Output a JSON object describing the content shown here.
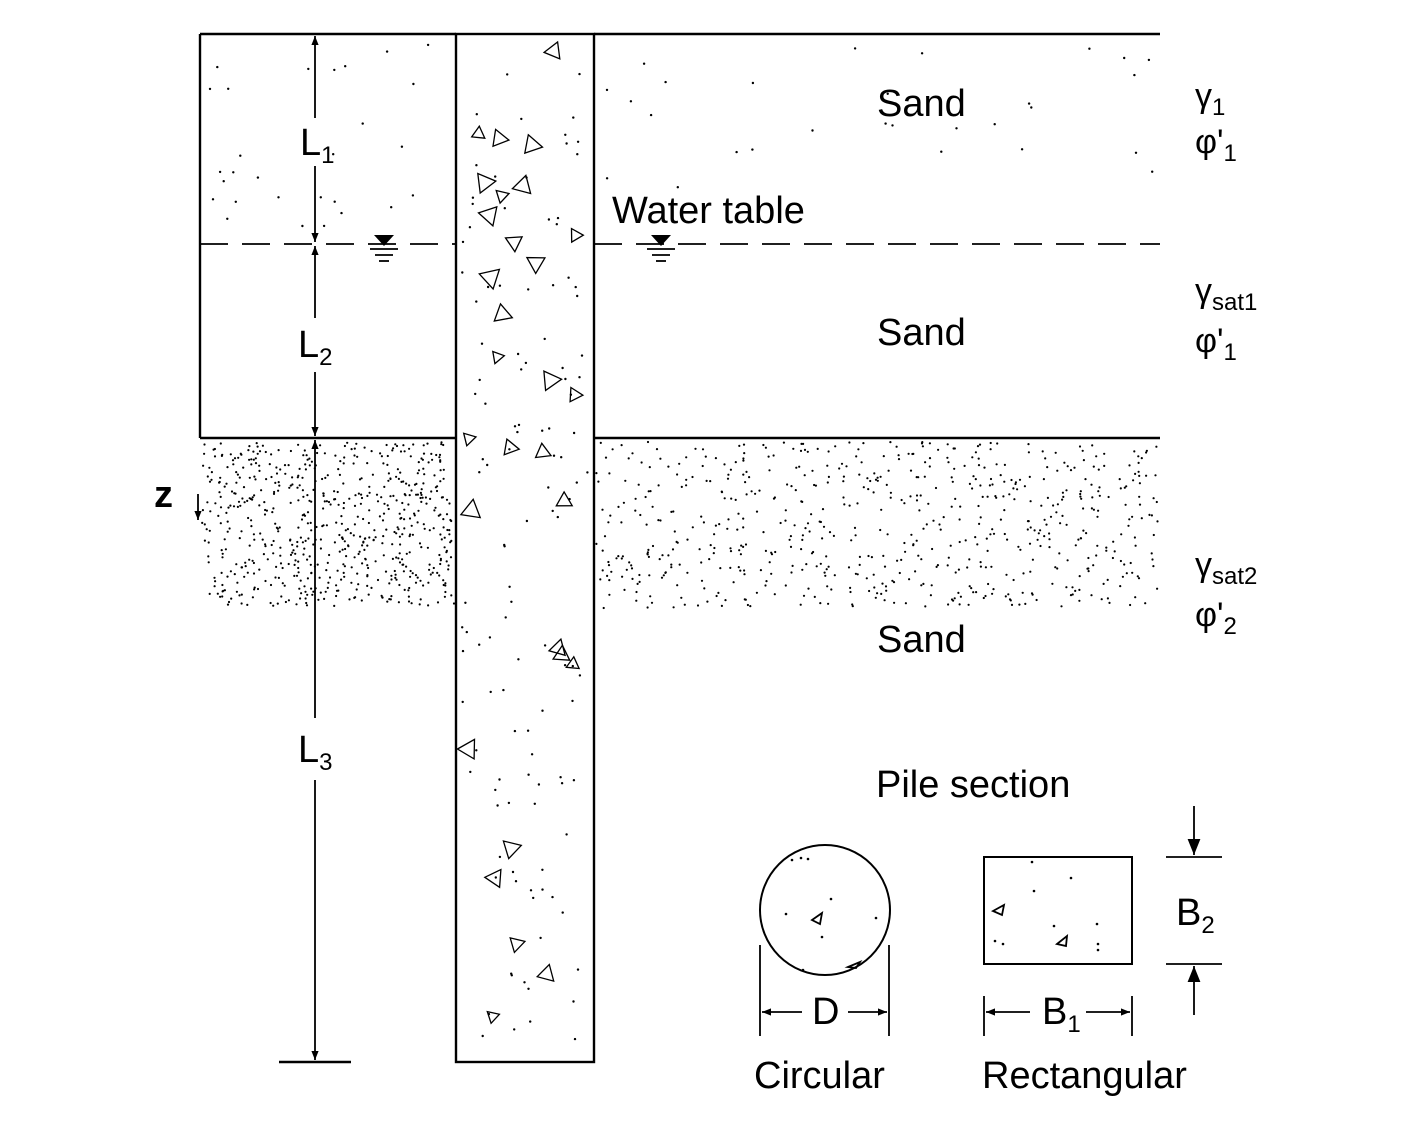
{
  "layers": [
    {
      "name": "Sand",
      "gamma": {
        "base": "γ",
        "sub": "1"
      },
      "phi": {
        "base": "φ'",
        "sub": "1"
      }
    },
    {
      "name": "Sand",
      "gamma": {
        "base": "γ",
        "sub": "sat1"
      },
      "phi": {
        "base": "φ'",
        "sub": "1"
      }
    },
    {
      "name": "Sand",
      "gamma": {
        "base": "γ",
        "sub": "sat2"
      },
      "phi": {
        "base": "φ'",
        "sub": "2"
      }
    }
  ],
  "water_table_label": "Water table",
  "depth_axis_label": "z",
  "lengths": [
    {
      "base": "L",
      "sub": "1"
    },
    {
      "base": "L",
      "sub": "2"
    },
    {
      "base": "L",
      "sub": "3"
    }
  ],
  "pile_section": {
    "title": "Pile section",
    "circular": {
      "caption": "Circular",
      "dim": "D"
    },
    "rectangular": {
      "caption": "Rectangular",
      "width": {
        "base": "B",
        "sub": "1"
      },
      "height": {
        "base": "B",
        "sub": "2"
      }
    }
  }
}
